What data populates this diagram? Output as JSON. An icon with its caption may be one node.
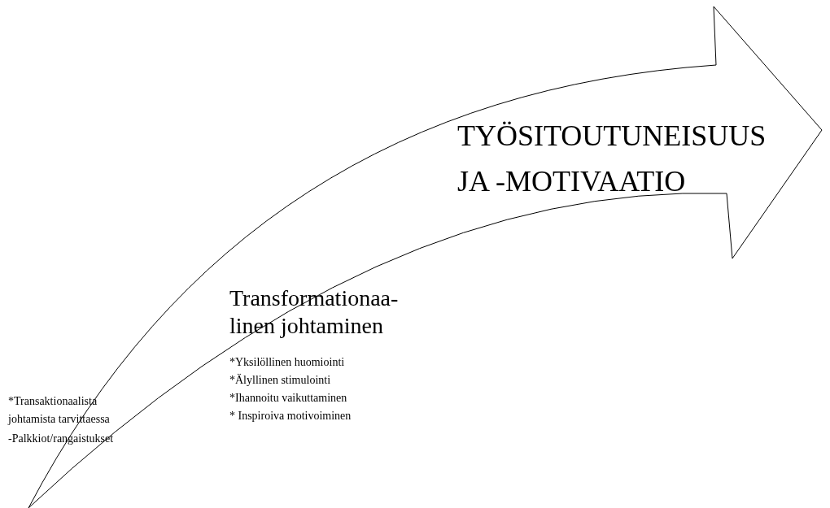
{
  "diagram": {
    "nodes": [
      {
        "text": [
          "TYÖSITOUTUNEISUUS JA -MOTIVAATIO"
        ]
      }
    ],
    "labels": [
      "Transformationaa-linen johtaminen",
      "*Yksilöllinen huomiointi",
      "*Älyllinen stimulointi",
      "*Ihannoitu vaikuttaminen",
      "* Inspiroiva motivoiminen",
      "*Transaktionaalista johtamista tarvittaessa",
      "-Palkkiot/rangaistukset"
    ]
  }
}
